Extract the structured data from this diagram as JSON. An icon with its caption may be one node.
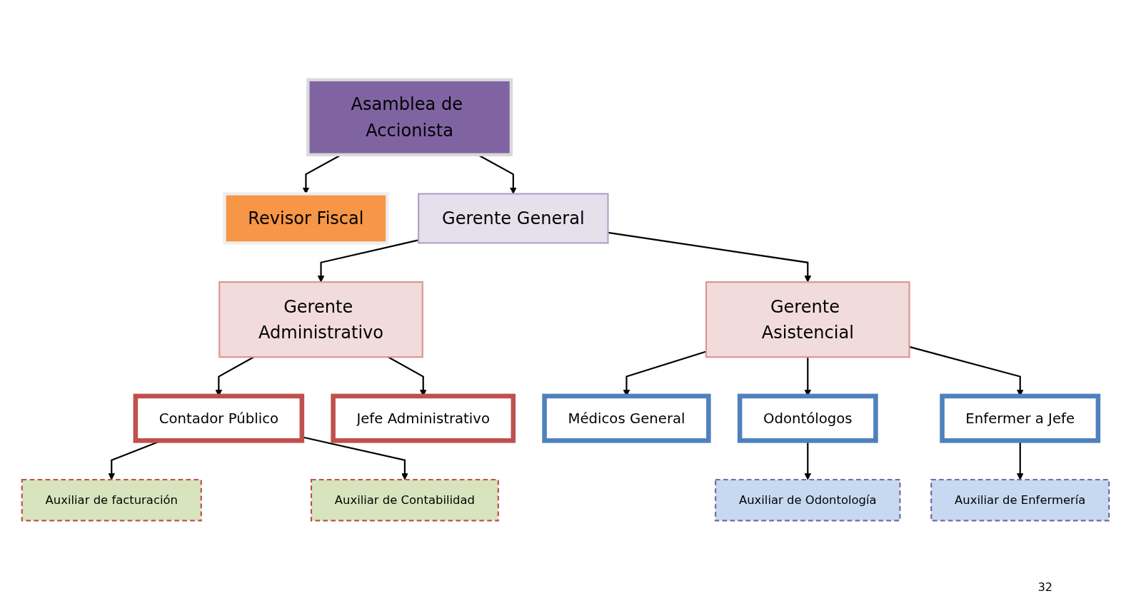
{
  "diagram": {
    "nodes": [
      {
        "text": [
          "Asamblea de Accionista"
        ]
      },
      {
        "text": [
          "Revisor Fiscal"
        ]
      },
      {
        "text": [
          "Gerente General"
        ]
      },
      {
        "text": [
          "Gerente Administrativo"
        ]
      },
      {
        "text": [
          "Gerente Asistencial"
        ]
      },
      {
        "text": [
          "Contador Público"
        ]
      },
      {
        "text": [
          "Jefe Administrativo"
        ]
      },
      {
        "text": [
          "Médicos General"
        ]
      },
      {
        "text": [
          "Odontólogos"
        ]
      },
      {
        "text": [
          "Enfermer a Jefe"
        ]
      },
      {
        "text": [
          "Auxiliar de facturación"
        ]
      },
      {
        "text": [
          "Auxiliar de Contabilidad"
        ]
      },
      {
        "text": [
          "Auxiliar de Odontología"
        ]
      },
      {
        "text": [
          "Auxiliar de Enfermería"
        ]
      }
    ],
    "edges": [
      {
        "from": 0,
        "to": 1,
        "arrow": "to"
      },
      {
        "from": 0,
        "to": 2,
        "arrow": "to"
      },
      {
        "from": 2,
        "to": 3,
        "arrow": "to"
      },
      {
        "from": 2,
        "to": 4,
        "arrow": "to"
      },
      {
        "from": 3,
        "to": 5,
        "arrow": "to"
      },
      {
        "from": 3,
        "to": 6,
        "arrow": "to"
      },
      {
        "from": 4,
        "to": 7,
        "arrow": "to"
      },
      {
        "from": 4,
        "to": 8,
        "arrow": "to"
      },
      {
        "from": 4,
        "to": 9,
        "arrow": "to"
      },
      {
        "from": 5,
        "to": 10,
        "arrow": "to"
      },
      {
        "from": 5,
        "to": 11,
        "arrow": "to"
      },
      {
        "from": 8,
        "to": 12,
        "arrow": "to"
      },
      {
        "from": 9,
        "to": 13,
        "arrow": "to"
      }
    ],
    "labels": [
      "32"
    ]
  }
}
